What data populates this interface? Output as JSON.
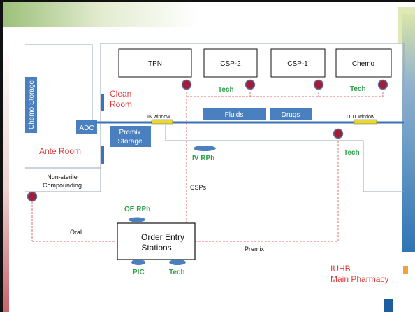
{
  "colors": {
    "frame": "#111111",
    "slide_bg": "#ffffff",
    "wall": "#3a73b6",
    "box_fill": "#4a7fc0",
    "box_text": "#ffffff",
    "room_label": "#e23b3b",
    "staff_label": "#2e9e4a",
    "marker_fill": "#a31d35",
    "marker_stroke": "#5b6fa8",
    "window_fill": "#e6d83c",
    "flow_line": "#e26b6b",
    "left_gradient_top": "#e8ecd5",
    "left_gradient_bottom": "#c9626b",
    "right_stripe_top": "#d8e8b0",
    "right_stripe_bottom": "#2e75b6"
  },
  "rooms": {
    "chemo_storage": "Chemo Storage",
    "adc": "ADC",
    "clean_room_line1": "Clean",
    "clean_room_line2": "Room",
    "ante_room": "Ante Room",
    "non_sterile_line1": "Non-sterile",
    "non_sterile_line2": "Compounding",
    "premix_storage_line1": "Premix",
    "premix_storage_line2": "Storage",
    "pharmacy_line1": "IUHB",
    "pharmacy_line2": "Main Pharmacy"
  },
  "hoods": [
    "TPN",
    "CSP-2",
    "CSP-1",
    "Chemo"
  ],
  "stock": {
    "fluids": "Fluids",
    "drugs": "Drugs"
  },
  "windows": {
    "in": "IN window",
    "out": "OUT window"
  },
  "staff": {
    "tech_csp": "Tech",
    "tech_chemo": "Tech",
    "iv_rph": "IV RPh",
    "tech_out": "Tech",
    "oe_rph": "OE RPh",
    "pic": "PIC",
    "tech_oe": "Tech"
  },
  "order_entry": {
    "line1": "Order Entry",
    "line2": "Stations"
  },
  "flows": {
    "csps": "CSPs",
    "oral": "Oral",
    "premix": "Premix"
  }
}
